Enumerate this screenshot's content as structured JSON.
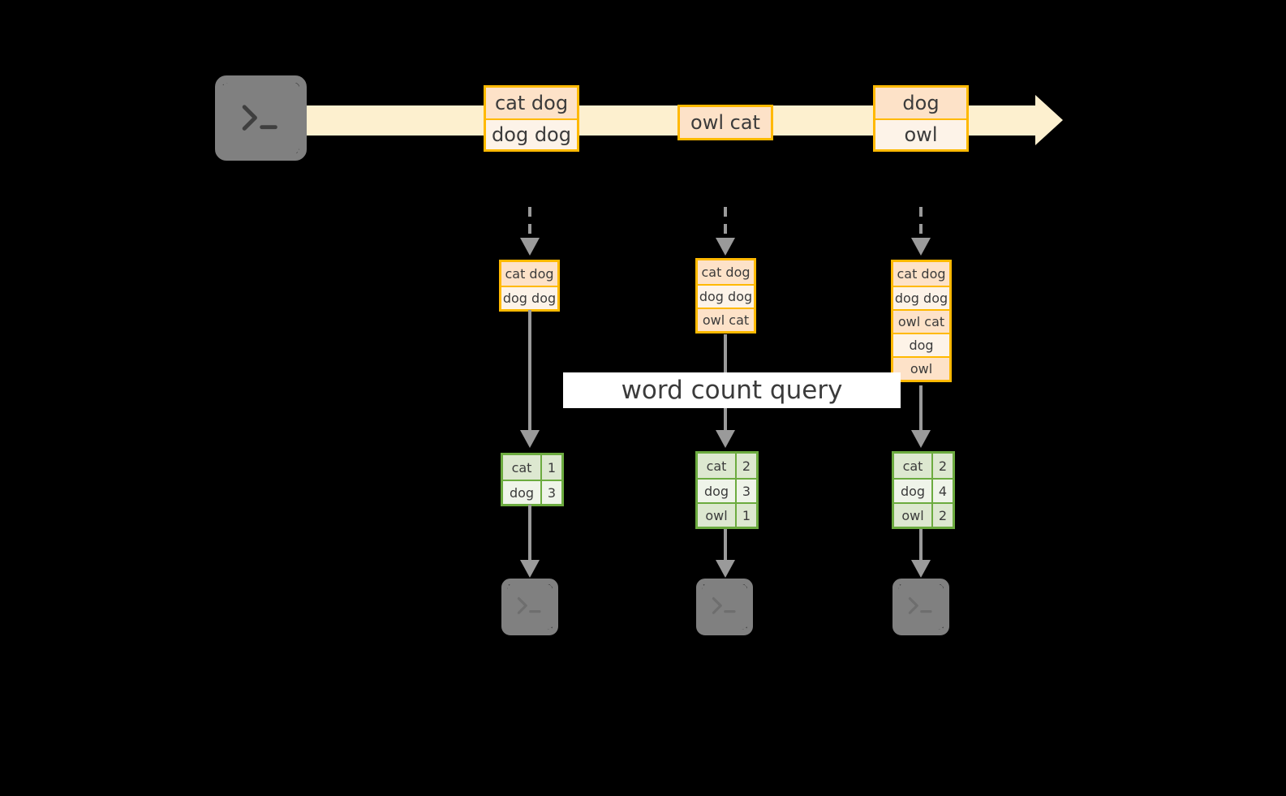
{
  "diagram": {
    "title": "word count query",
    "colors": {
      "background": "#000000",
      "stream_band": "#fdf0cf",
      "event_border": "#ffb900",
      "event_fill_peach": "#fde2c8",
      "event_fill_cream": "#fdf3e8",
      "result_border": "#6cab3f",
      "result_fill_shade": "#dde8d0",
      "result_fill_light": "#eff4e9",
      "connector": "#9a9a9a",
      "terminal_fill": "#808080",
      "banner_fill": "#ffffff",
      "text": "#3b3b3b"
    }
  },
  "source": {
    "icon": "terminal-icon",
    "prompt": ">_"
  },
  "stream": {
    "direction": "left-to-right",
    "events": [
      {
        "id": "e1",
        "lines": [
          "cat dog",
          "dog dog"
        ]
      },
      {
        "id": "e2",
        "lines": [
          "owl cat"
        ]
      },
      {
        "id": "e3",
        "lines": [
          "dog",
          "owl"
        ]
      }
    ]
  },
  "snapshots": [
    {
      "id": "snapshot-1",
      "accumulated_label": "accumulated-events-1",
      "accumulated": [
        "cat dog",
        "dog dog"
      ],
      "result_label": "word-count-result-1",
      "result": [
        {
          "word": "cat",
          "count": "1"
        },
        {
          "word": "dog",
          "count": "3"
        }
      ],
      "sink": {
        "icon": "terminal-icon",
        "prompt": ">_"
      }
    },
    {
      "id": "snapshot-2",
      "accumulated_label": "accumulated-events-2",
      "accumulated": [
        "cat dog",
        "dog dog",
        "owl cat"
      ],
      "result_label": "word-count-result-2",
      "result": [
        {
          "word": "cat",
          "count": "2"
        },
        {
          "word": "dog",
          "count": "3"
        },
        {
          "word": "owl",
          "count": "1"
        }
      ],
      "sink": {
        "icon": "terminal-icon",
        "prompt": ">_"
      }
    },
    {
      "id": "snapshot-3",
      "accumulated_label": "accumulated-events-3",
      "accumulated": [
        "cat dog",
        "dog dog",
        "owl cat",
        "dog",
        "owl"
      ],
      "result_label": "word-count-result-3",
      "result": [
        {
          "word": "cat",
          "count": "2"
        },
        {
          "word": "dog",
          "count": "4"
        },
        {
          "word": "owl",
          "count": "2"
        }
      ],
      "sink": {
        "icon": "terminal-icon",
        "prompt": ">_"
      }
    }
  ]
}
